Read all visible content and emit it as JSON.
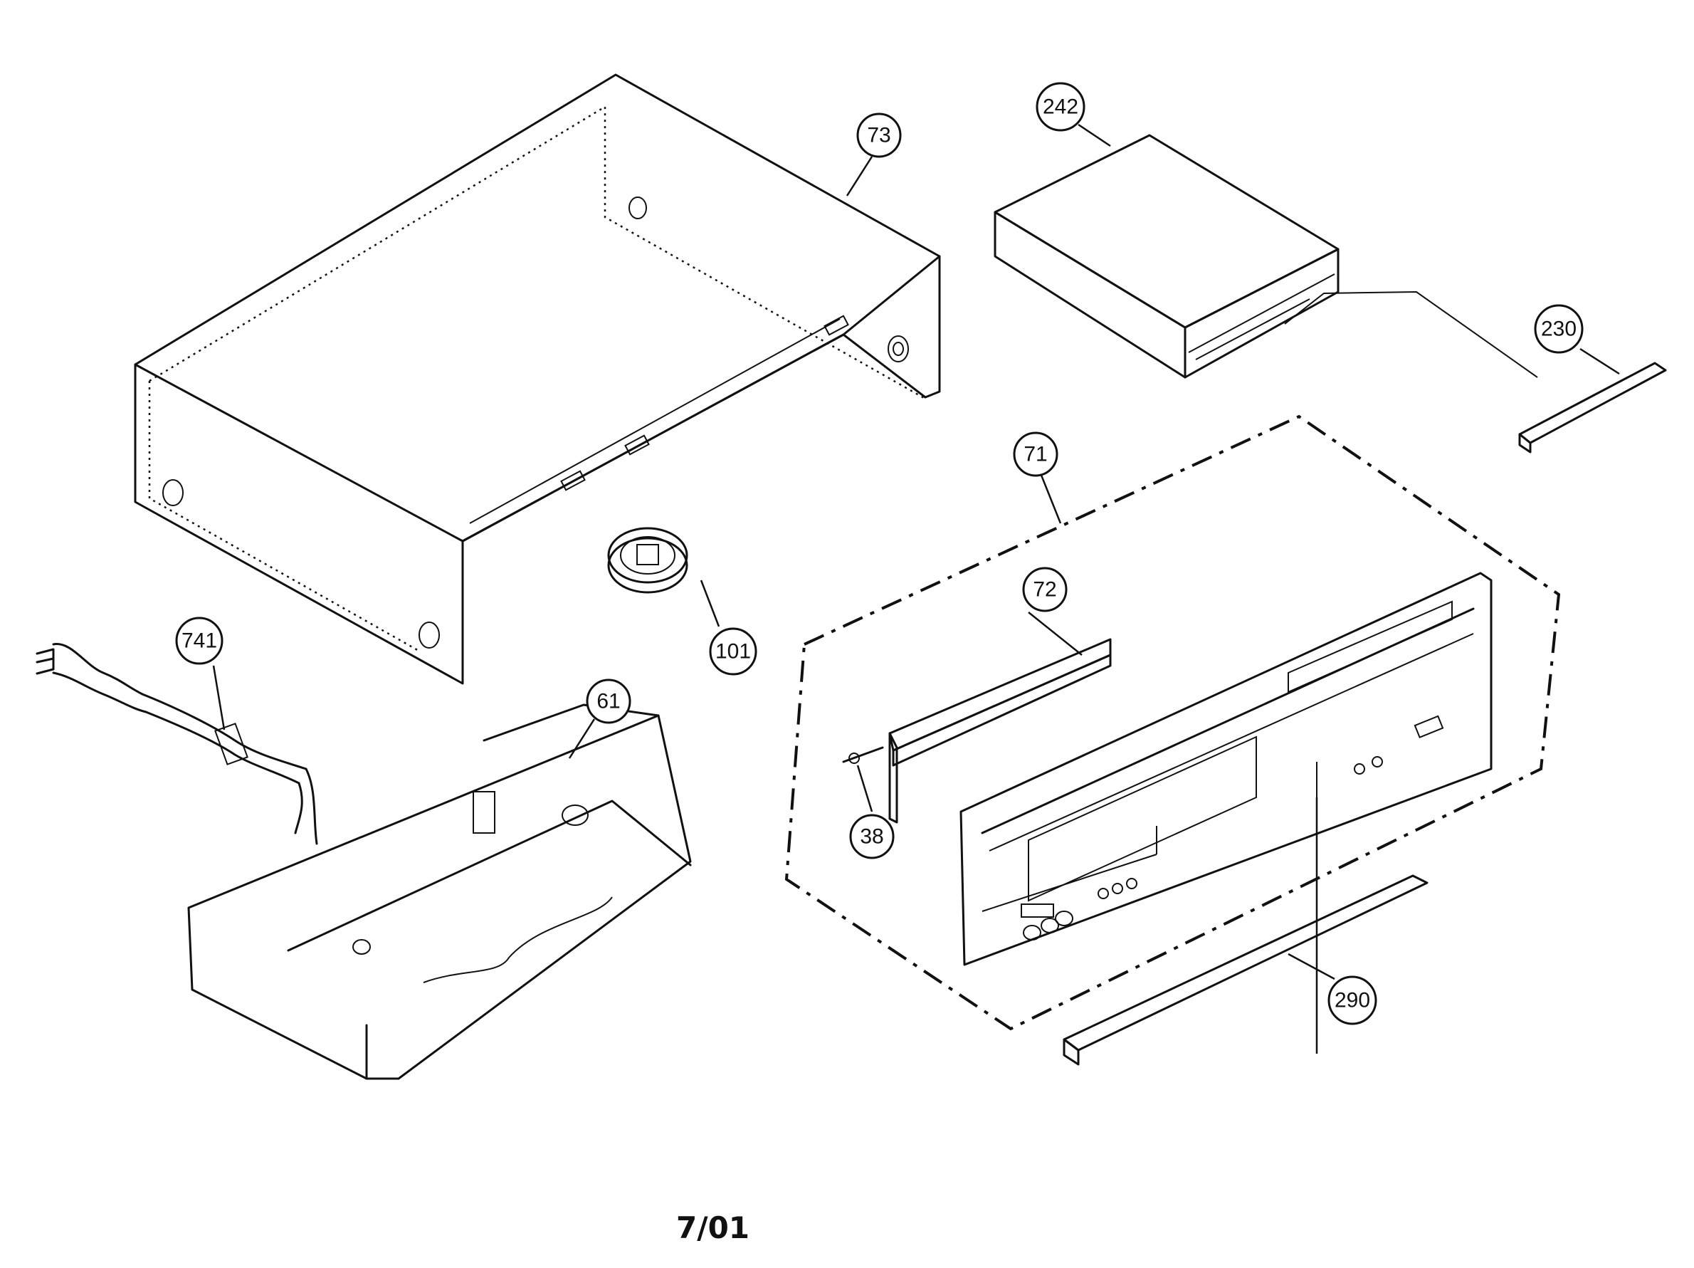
{
  "callouts": {
    "c73": "73",
    "c242": "242",
    "c230": "230",
    "c71": "71",
    "c72": "72",
    "c101": "101",
    "c741": "741",
    "c61": "61",
    "c38": "38",
    "c290": "290"
  },
  "footer": {
    "date_code": "7/01"
  }
}
